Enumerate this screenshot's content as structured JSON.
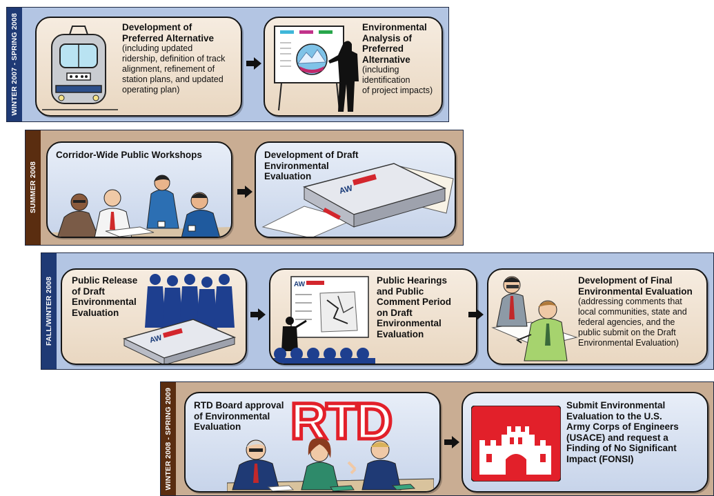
{
  "phases": [
    {
      "label": "WINTER 2007 - SPRING 2008",
      "steps": [
        {
          "title": "Development of\nPreferred Alternative",
          "detail": "(including updated\nridership, definition of track\nalignment, refinement of\nstation plans, and updated\noperating plan)",
          "icon": "train-icon"
        },
        {
          "title": "Environmental\nAnalysis of\nPreferred\nAlternative",
          "detail": "(including\nidentification\nof project impacts)",
          "icon": "presenter-board-icon"
        }
      ]
    },
    {
      "label": "SUMMER 2008",
      "steps": [
        {
          "title": "Corridor-Wide Public Workshops",
          "detail": "",
          "icon": "workshop-people-icon"
        },
        {
          "title": "Development of Draft\nEnvironmental\nEvaluation",
          "detail": "",
          "icon": "report-binder-icon"
        }
      ]
    },
    {
      "label": "FALL/WINTER 2008",
      "steps": [
        {
          "title": "Public Release\nof Draft\nEnvironmental\nEvaluation",
          "detail": "",
          "icon": "crowd-binder-icon"
        },
        {
          "title": "Public Hearings\nand Public\nComment Period\non Draft\nEnvironmental\nEvaluation",
          "detail": "",
          "icon": "hearing-audience-icon"
        },
        {
          "title": "Development of Final\nEnvironmental Evaluation",
          "detail": "(addressing comments that\nlocal communities, state and\nfederal agencies, and the\npublic submit on the Draft\nEnvironmental Evaluation)",
          "icon": "reviewers-icon"
        }
      ]
    },
    {
      "label": "WINTER 2008 - SPRING 2009",
      "steps": [
        {
          "title": "RTD Board approval\nof Environmental\nEvaluation",
          "detail": "",
          "icon": "rtd-board-icon",
          "logo_text": "RTD"
        },
        {
          "title": "Submit Environmental\nEvaluation to the U.S.\nArmy Corps of Engineers\n(USACE) and request a\nFinding of No Significant\nImpact (FONSI)",
          "detail": "",
          "icon": "usace-castle-icon"
        }
      ]
    }
  ],
  "colors": {
    "band_blue": "#b3c5e3",
    "band_tan": "#c9ad93",
    "tab_blue": "#1f3a75",
    "tab_brown": "#5a2d10",
    "usace_red": "#e2202a"
  }
}
